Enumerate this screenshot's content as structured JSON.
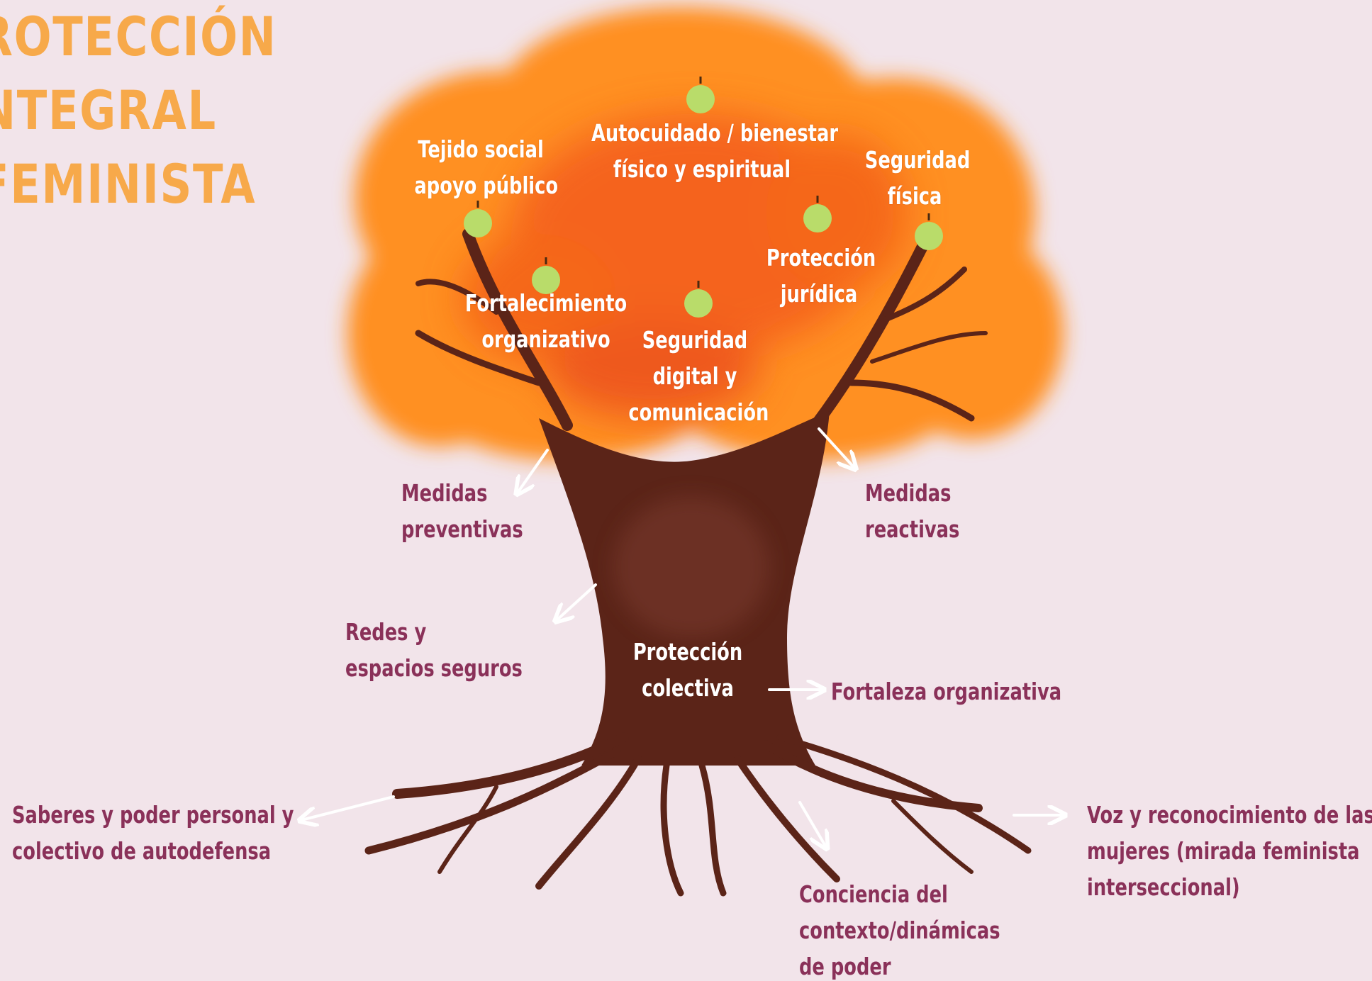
{
  "title": {
    "line1": "ROTECCIÓN",
    "line2": "NTEGRAL",
    "line3": "FEMINISTA"
  },
  "canopy_labels": {
    "tejido_social": "Tejido social\napoyo público",
    "autocuidado": "Autocuidado / bienestar\nfísico y espiritual",
    "seguridad_fisica": "Seguridad\nfísica",
    "proteccion_juridica": "Protección\njurídica",
    "fortalecimiento": "Fortalecimiento\norganizativo",
    "seguridad_digital": "Seguridad\ndigital y\ncomunicación"
  },
  "trunk_labels": {
    "medidas_preventivas": "Medidas\npreventivas",
    "medidas_reactivas": "Medidas\nreactivas",
    "redes": "Redes y\nespacios seguros",
    "proteccion_colectiva": "Protección\ncolectiva",
    "fortaleza": "Fortaleza organizativa"
  },
  "root_labels": {
    "saberes": "Saberes y poder personal y\ncolectivo de autodefensa",
    "conciencia": "Conciencia del\ncontexto/dinámicas\nde poder",
    "voz": "Voz y reconocimiento de las\nmujeres (mirada feminista\ninterseccional)"
  },
  "colors": {
    "background": "#f2e4ea",
    "title": "#f7a94a",
    "canopy": "#ff8a1c",
    "canopy_dark": "#f25a12",
    "trunk": "#5b2418",
    "fruit": "#b9dc6a",
    "label_dark": "#8a3159",
    "arrow": "#ffffff"
  }
}
